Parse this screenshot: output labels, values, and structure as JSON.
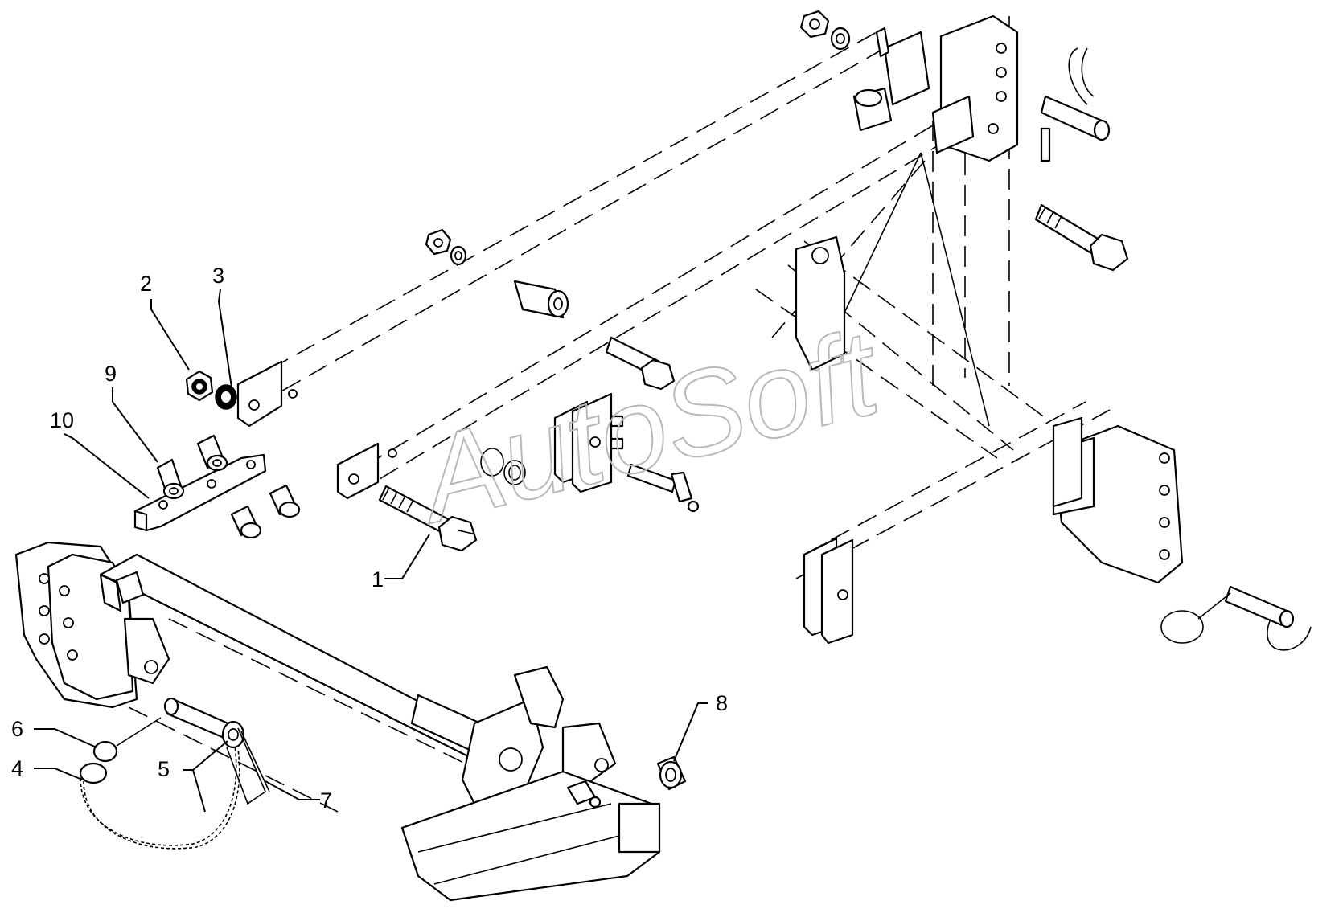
{
  "watermark": "AutoSoft",
  "callouts": [
    {
      "id": "c1",
      "label": "1"
    },
    {
      "id": "c2",
      "label": "2"
    },
    {
      "id": "c3",
      "label": "3"
    },
    {
      "id": "c4",
      "label": "4"
    },
    {
      "id": "c5",
      "label": "5"
    },
    {
      "id": "c6",
      "label": "6"
    },
    {
      "id": "c7",
      "label": "7"
    },
    {
      "id": "c8",
      "label": "8"
    },
    {
      "id": "c9",
      "label": "9"
    },
    {
      "id": "c10",
      "label": "10"
    }
  ]
}
